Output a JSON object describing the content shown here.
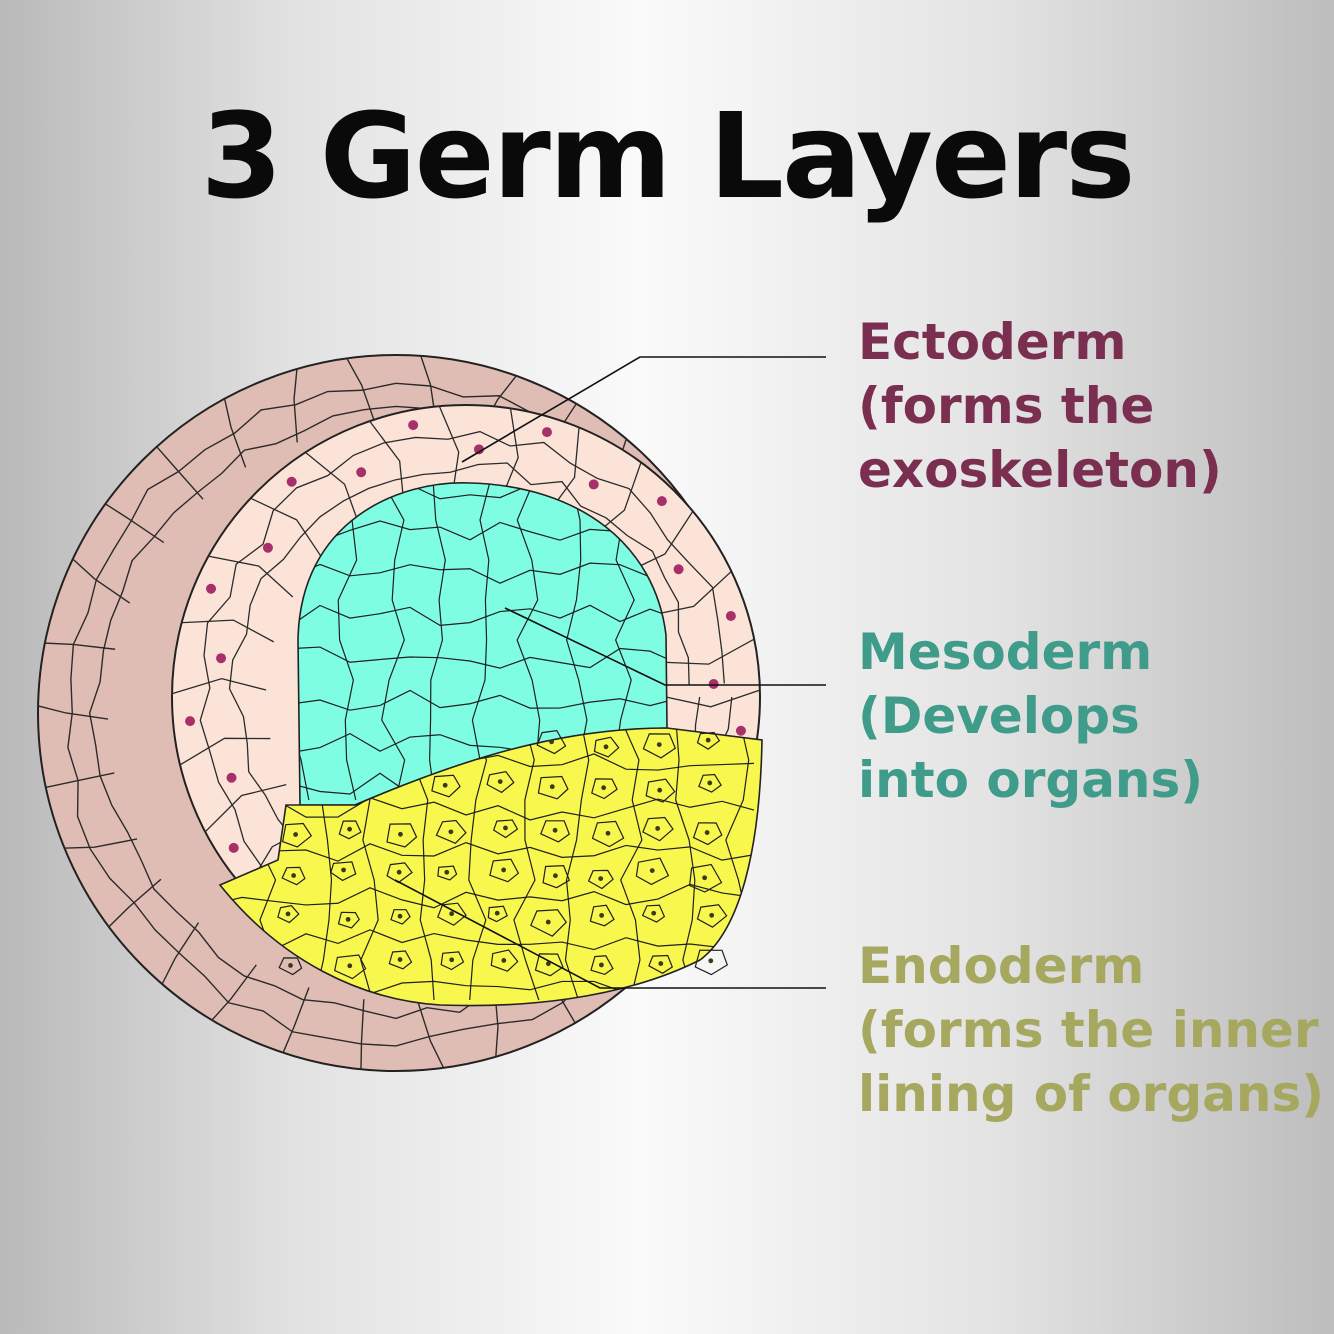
{
  "title": "3 Germ Layers",
  "layers": [
    {
      "id": "ectoderm",
      "name": "Ectoderm",
      "lines": [
        "(forms the",
        "exoskeleton)"
      ],
      "color": "#7a2f50",
      "fill": "#fbe3d8",
      "dot": "#a8306a"
    },
    {
      "id": "mesoderm",
      "name": "Mesoderm",
      "lines": [
        "(Develops",
        "into organs)"
      ],
      "color": "#3f9b8a",
      "fill": "#7ffde2"
    },
    {
      "id": "endoderm",
      "name": "Endoderm",
      "lines": [
        "(forms the inner",
        "lining of organs)"
      ],
      "color": "#a7a860",
      "fill": "#f8f74e"
    }
  ],
  "outer_shell_color": "#e0bdb4"
}
